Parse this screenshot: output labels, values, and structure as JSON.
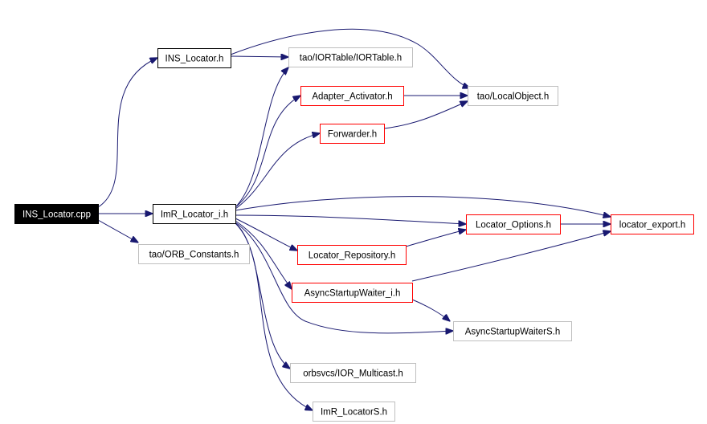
{
  "nodes": [
    {
      "id": "ins_locator_cpp",
      "label": "INS_Locator.cpp",
      "kind": "root"
    },
    {
      "id": "ins_locator_h",
      "label": "INS_Locator.h",
      "kind": "documented"
    },
    {
      "id": "imr_locator_i_h",
      "label": "ImR_Locator_i.h",
      "kind": "documented"
    },
    {
      "id": "orb_constants_h",
      "label": "tao/ORB_Constants.h",
      "kind": "external"
    },
    {
      "id": "iortable_h",
      "label": "tao/IORTable/IORTable.h",
      "kind": "external"
    },
    {
      "id": "adapter_activator_h",
      "label": "Adapter_Activator.h",
      "kind": "has-graph"
    },
    {
      "id": "forwarder_h",
      "label": "Forwarder.h",
      "kind": "has-graph"
    },
    {
      "id": "localobject_h",
      "label": "tao/LocalObject.h",
      "kind": "external"
    },
    {
      "id": "locator_options_h",
      "label": "Locator_Options.h",
      "kind": "has-graph"
    },
    {
      "id": "locator_export_h",
      "label": "locator_export.h",
      "kind": "has-graph"
    },
    {
      "id": "locator_repository_h",
      "label": "Locator_Repository.h",
      "kind": "has-graph"
    },
    {
      "id": "asyncstartupwaiter_i_h",
      "label": "AsyncStartupWaiter_i.h",
      "kind": "has-graph"
    },
    {
      "id": "asyncstartupwaiters_h",
      "label": "AsyncStartupWaiterS.h",
      "kind": "external"
    },
    {
      "id": "ior_multicast_h",
      "label": "orbsvcs/IOR_Multicast.h",
      "kind": "external"
    },
    {
      "id": "imr_locators_h",
      "label": "ImR_LocatorS.h",
      "kind": "external"
    }
  ],
  "edges": [
    {
      "from": "ins_locator_cpp",
      "to": "ins_locator_h"
    },
    {
      "from": "ins_locator_cpp",
      "to": "imr_locator_i_h"
    },
    {
      "from": "ins_locator_cpp",
      "to": "orb_constants_h"
    },
    {
      "from": "ins_locator_h",
      "to": "iortable_h"
    },
    {
      "from": "ins_locator_h",
      "to": "localobject_h"
    },
    {
      "from": "imr_locator_i_h",
      "to": "iortable_h"
    },
    {
      "from": "imr_locator_i_h",
      "to": "adapter_activator_h"
    },
    {
      "from": "imr_locator_i_h",
      "to": "forwarder_h"
    },
    {
      "from": "imr_locator_i_h",
      "to": "locator_export_h"
    },
    {
      "from": "imr_locator_i_h",
      "to": "locator_options_h"
    },
    {
      "from": "imr_locator_i_h",
      "to": "locator_repository_h"
    },
    {
      "from": "imr_locator_i_h",
      "to": "asyncstartupwaiter_i_h"
    },
    {
      "from": "imr_locator_i_h",
      "to": "asyncstartupwaiters_h"
    },
    {
      "from": "imr_locator_i_h",
      "to": "ior_multicast_h"
    },
    {
      "from": "imr_locator_i_h",
      "to": "imr_locators_h"
    },
    {
      "from": "adapter_activator_h",
      "to": "localobject_h"
    },
    {
      "from": "forwarder_h",
      "to": "localobject_h"
    },
    {
      "from": "locator_options_h",
      "to": "locator_export_h"
    },
    {
      "from": "locator_repository_h",
      "to": "locator_options_h"
    },
    {
      "from": "asyncstartupwaiter_i_h",
      "to": "locator_export_h"
    },
    {
      "from": "asyncstartupwaiter_i_h",
      "to": "asyncstartupwaiters_h"
    }
  ],
  "colors": {
    "edge": "#191970",
    "root_fill": "#000000",
    "root_text": "#ffffff",
    "documented_border": "#000000",
    "has_graph_border": "#ff0000",
    "external_border": "#bfbfbf",
    "text": "#000000"
  }
}
